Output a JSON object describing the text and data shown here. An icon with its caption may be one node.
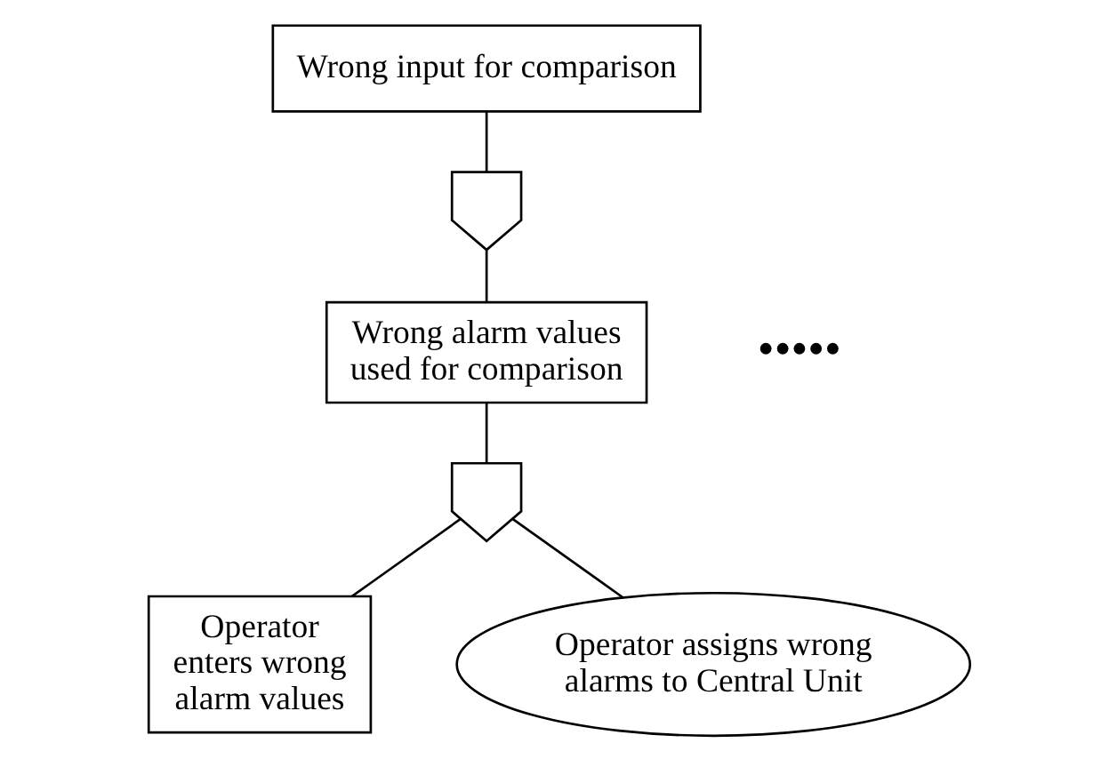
{
  "diagram": {
    "nodes": [
      {
        "text": [
          "Wrong input for comparison"
        ]
      },
      {
        "text": [],
        "shape": "gate"
      },
      {
        "text": [
          "Wrong alarm values used for comparison"
        ]
      },
      {
        "text": [],
        "shape": "gate"
      },
      {
        "text": [
          "Operator enters wrong alarm values"
        ]
      },
      {
        "text": [
          "Operator assigns wrong alarms to Central Unit"
        ]
      }
    ],
    "edges": [
      {
        "from": 0,
        "to": 1,
        "arrow": "none"
      },
      {
        "from": 1,
        "to": 2,
        "arrow": "none"
      },
      {
        "from": 2,
        "to": 3,
        "arrow": "none"
      },
      {
        "from": 3,
        "to": 4,
        "arrow": "none"
      },
      {
        "from": 3,
        "to": 5,
        "arrow": "none"
      }
    ],
    "labels": [
      "•••••"
    ]
  }
}
